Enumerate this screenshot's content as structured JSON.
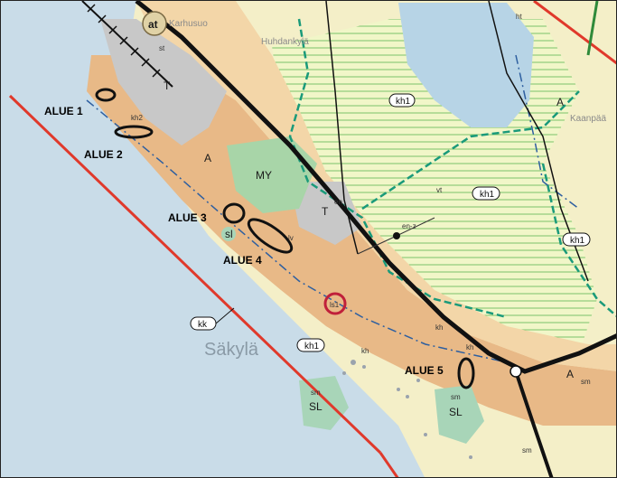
{
  "map": {
    "study_areas": [
      {
        "id": "alue1",
        "label": "ALUE 1"
      },
      {
        "id": "alue2",
        "label": "ALUE 2"
      },
      {
        "id": "alue3",
        "label": "ALUE 3"
      },
      {
        "id": "alue4",
        "label": "ALUE 4"
      },
      {
        "id": "alue5",
        "label": "ALUE 5"
      }
    ],
    "place_names": {
      "karhusuo": "Karhusuo",
      "huhdankyla": "Huhdankylä",
      "kaanpaa": "Kaanpää",
      "sakyla": "Säkylä"
    },
    "zone_codes": {
      "at": "at",
      "t1": "T",
      "t2": "T",
      "a1": "A",
      "a2": "A",
      "a3": "A",
      "my": "MY",
      "sl1": "SL",
      "sl2": "SL",
      "sl_small": "sl",
      "kh2": "kh2",
      "kh_label": "kh",
      "kh_small": "kh",
      "kh_small2": "kh",
      "sm1": "sm",
      "sm2": "sm",
      "sm3": "sm",
      "sm4": "sm",
      "st": "st",
      "lv": "lv",
      "en": "en",
      "en_z": "en-z",
      "ls1": "ls1",
      "ht": "ht",
      "vt": "vt"
    },
    "tags": [
      {
        "id": "kh1-top",
        "text": "kh1"
      },
      {
        "id": "kh1-mid",
        "text": "kh1"
      },
      {
        "id": "kh1-right",
        "text": "kh1"
      },
      {
        "id": "kh1-bottom",
        "text": "kh1"
      },
      {
        "id": "kk",
        "text": "kk"
      }
    ],
    "colors": {
      "water": "#c9dce8",
      "urban": "#e8b987",
      "urban_light": "#f3d6a8",
      "industrial": "#c8c8c8",
      "agriculture": "#eef5c4",
      "green_area": "#a8d5a8",
      "boundary_red": "#e0392b",
      "road": "#111111",
      "network_green": "#1a9a7a",
      "blue_line": "#2e5fa0"
    }
  }
}
